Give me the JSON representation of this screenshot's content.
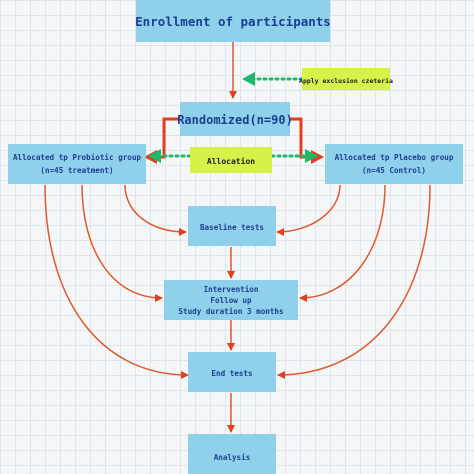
{
  "boxes": {
    "enrollment": "Enrollment of participants",
    "randomized": "Randomized(n=90)",
    "probiotic_line1": "Allocated tp Probiotic group",
    "probiotic_line2": "(n=45 treatment)",
    "placebo_line1": "Allocated tp Placebo group",
    "placebo_line2": "(n=45 Control)",
    "baseline": "Baseline tests",
    "intervention_line1": "Intervention",
    "intervention_line2": "Follow up",
    "intervention_line3": "Study duration 3 months",
    "end_tests": "End tests",
    "analysis": "Analysis"
  },
  "notes": {
    "exclusion": "Apply exclusion czeteria",
    "allocation": "Allocation"
  },
  "colors": {
    "box_fill": "#8fd0ea",
    "box_text": "#1b3e91",
    "note_fill": "#d6f24a",
    "arrow_red": "#e0592b",
    "arrow_green": "#1db86a"
  }
}
